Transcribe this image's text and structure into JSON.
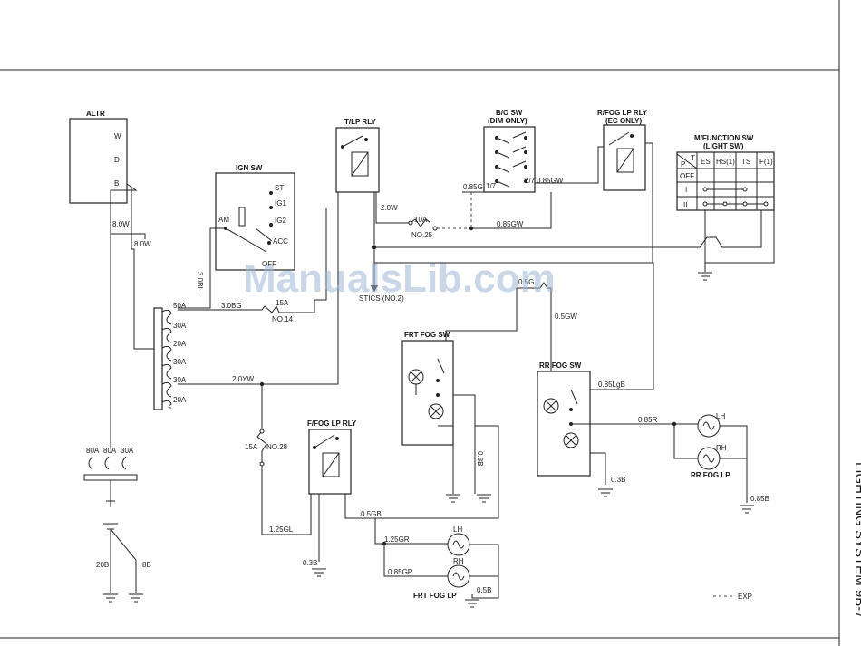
{
  "watermark": "ManualsLib.com",
  "page_side_title": "LIGHTING SYSTEM 9B-7",
  "components": {
    "altr": {
      "title": "ALTR",
      "terminals": [
        "W",
        "D",
        "B"
      ]
    },
    "ign_sw": {
      "title": "IGN SW",
      "terminals": [
        "ST",
        "IG1",
        "IG2",
        "ACC",
        "AM",
        "OFF"
      ]
    },
    "tlp_rly": {
      "title": "T/LP RLY"
    },
    "bo_sw": {
      "title": "B/O SW",
      "subtitle": "(DIM ONLY)",
      "pins": [
        "1/7",
        "2/7"
      ]
    },
    "rfog_lp_rly": {
      "title": "R/FOG LP RLY",
      "subtitle": "(EC ONLY)"
    },
    "mfunction_sw": {
      "title": "M/FUNCTION SW",
      "subtitle": "(LIGHT SW)",
      "header": [
        "P",
        "T",
        "ES",
        "HS(1)",
        "TS",
        "F(1)"
      ],
      "rows": [
        "OFF",
        "I",
        "II"
      ]
    },
    "frt_fog_sw": {
      "title": "FRT FOG SW"
    },
    "rr_fog_sw": {
      "title": "RR FOG SW"
    },
    "ffog_lp_rly": {
      "title": "F/FOG LP RLY"
    },
    "rr_fog_lp": {
      "title": "RR FOG LP",
      "lh": "LH",
      "rh": "RH"
    },
    "frt_fog_lp": {
      "title": "FRT FOG LP",
      "lh": "LH",
      "rh": "RH"
    }
  },
  "fuse_block": {
    "fuses": [
      "50A",
      "30A",
      "20A",
      "30A",
      "30A",
      "20A"
    ]
  },
  "battery_fuses": [
    "80A",
    "80A",
    "30A"
  ],
  "fuses": {
    "no25": {
      "rating": "10A",
      "label": "NO.25"
    },
    "no14": {
      "rating": "15A",
      "label": "NO.14"
    },
    "no28": {
      "rating": "15A",
      "label": "NO.28"
    }
  },
  "wires": {
    "w_8_0w_a": "8.0W",
    "w_8_0w_b": "8.0W",
    "w_3_0bl": "3.0BL",
    "w_3_0bg": "3.0BG",
    "w_2_0w": "2.0W",
    "w_0_85g": "0.85G",
    "w_0_85gw_a": "0.85GW",
    "w_0_85gw_b": "0.85GW",
    "w_0_5g": "0.5G",
    "w_0_5gw": "0.5GW",
    "w_2_0yw": "2.0YW",
    "w_0_85lgb": "0.85LgB",
    "w_0_85r": "0.85R",
    "w_0_3b_a": "0.3B",
    "w_0_3b_b": "0.3B",
    "w_0_3b_c": "0.3B",
    "w_0_85b": "0.85B",
    "w_1_25gl": "1.25GL",
    "w_0_5gb": "0.5GB",
    "w_1_25gr": "1.25GR",
    "w_0_85gr": "0.85GR",
    "w_0_5b": "0.5B",
    "w_20b": "20B",
    "w_8b": "8B"
  },
  "stics_label": "STICS (NO.2)",
  "legend": {
    "exp": "EXP"
  },
  "colors": {
    "line": "#222222",
    "watermark": "#9fb8d6"
  }
}
